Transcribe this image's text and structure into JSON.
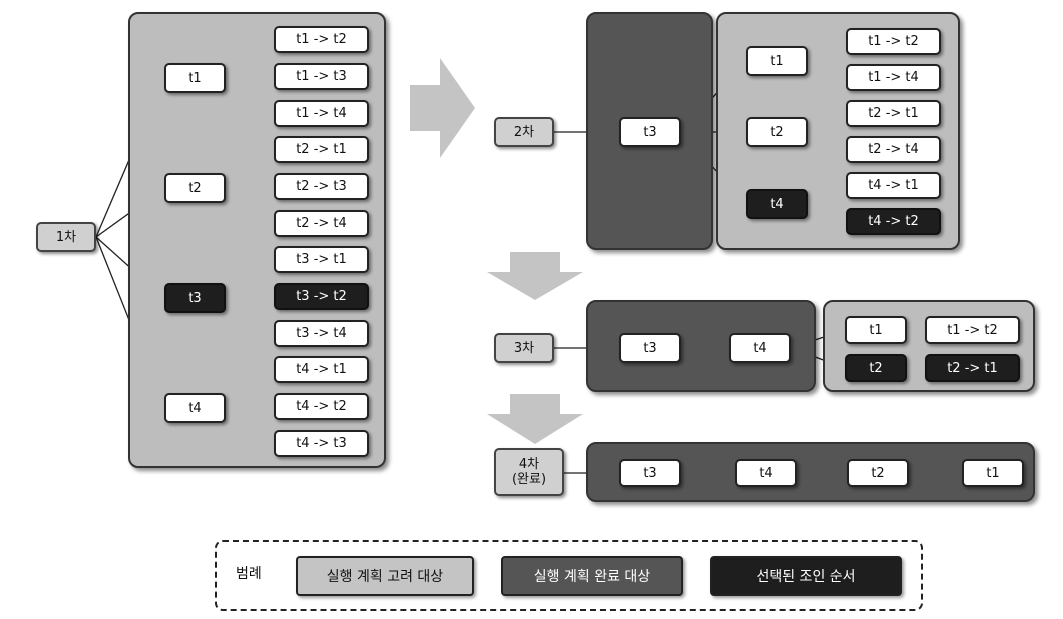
{
  "colors": {
    "consider_bg": "#bdbdbd",
    "complete_bg": "#555555",
    "selected_bg": "#1e1e1e",
    "node_bg": "#ffffff",
    "arrow_big": "#c4c4c4",
    "edge": "#222222"
  },
  "stage1": {
    "label": "1차",
    "nodes": [
      "t1",
      "t2",
      "t3",
      "t4"
    ],
    "pairs": [
      "t1 -> t2",
      "t1 -> t3",
      "t1 -> t4",
      "t2 -> t1",
      "t2 -> t3",
      "t2 -> t4",
      "t3 -> t1",
      "t3 -> t2",
      "t3 -> t4",
      "t4 -> t1",
      "t4 -> t2",
      "t4 -> t3"
    ]
  },
  "stage2": {
    "label": "2차",
    "fixed": "t3",
    "nodes": [
      "t1",
      "t2",
      "t4"
    ],
    "pairs": [
      "t1 -> t2",
      "t1 -> t4",
      "t2 -> t1",
      "t2 -> t4",
      "t4 -> t1",
      "t4 -> t2"
    ]
  },
  "stage3": {
    "label": "3차",
    "fixed": [
      "t3",
      "t4"
    ],
    "nodes": [
      "t1",
      "t2"
    ],
    "pairs": [
      "t1 -> t2",
      "t2 -> t1"
    ]
  },
  "stage4": {
    "label": "4차\n(완료)",
    "order": [
      "t3",
      "t4",
      "t2",
      "t1"
    ]
  },
  "legend": {
    "title": "범례",
    "items": [
      "실행 계획 고려 대상",
      "실행 계획 완료 대상",
      "선택된 조인 순서"
    ]
  }
}
